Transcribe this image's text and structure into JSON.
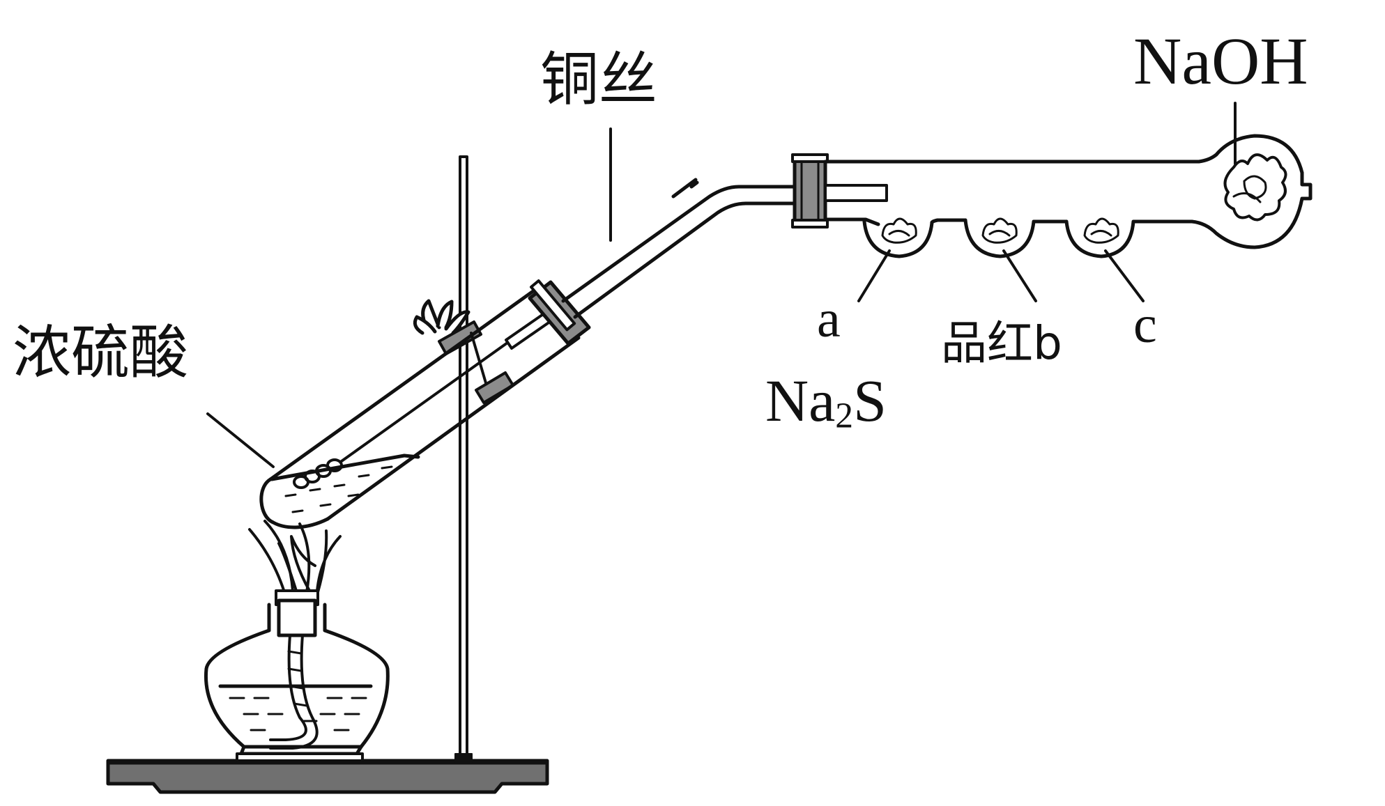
{
  "labels": {
    "copper_wire": "铜丝",
    "conc_sulfuric_acid": "浓硫酸",
    "naoh": "NaOH",
    "spot_a": "a",
    "spot_b": "品红b",
    "spot_c": "c",
    "na2s_pre": "Na",
    "na2s_sub": "2",
    "na2s_post": "S"
  },
  "colors": {
    "line": "#111111",
    "stopper": "#8c8c8c",
    "base": "#6e6e6e"
  }
}
